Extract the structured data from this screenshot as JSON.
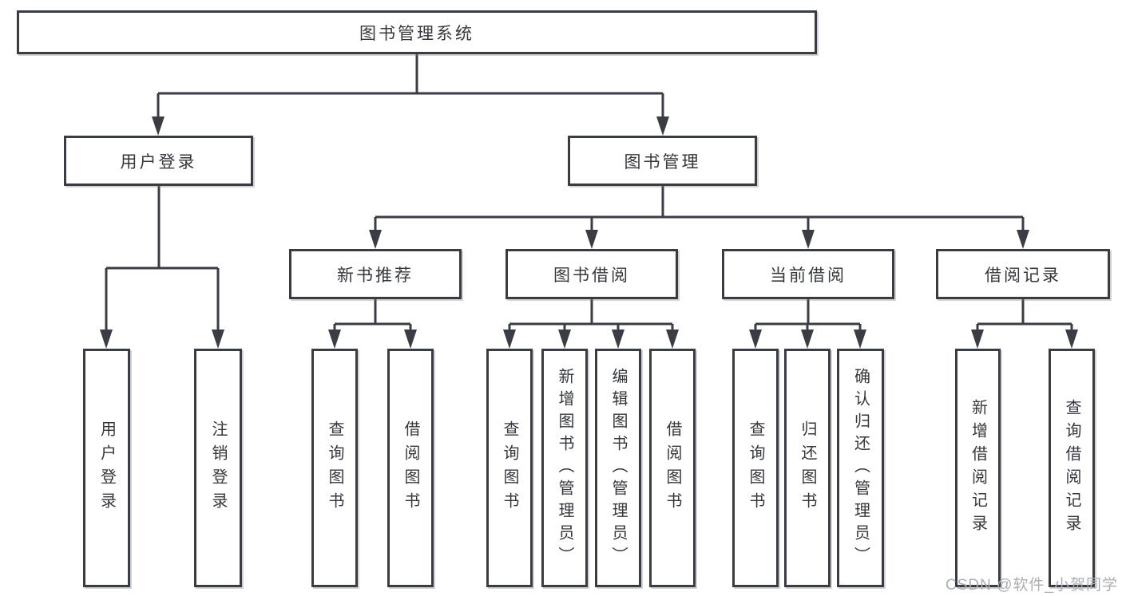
{
  "diagram": {
    "title": "图书管理系统",
    "type": "hierarchy-tree",
    "colors": {
      "background": "#ffffff",
      "line": "#3a3e44",
      "box_border": "#393d43",
      "box_fill": "#ffffff",
      "text": "#34373c",
      "watermark": "#abaeb3"
    },
    "nodes": {
      "root": "图书管理系统",
      "level2": [
        "用户登录",
        "图书管理"
      ],
      "level3": [
        "新书推荐",
        "图书借阅",
        "当前借阅",
        "借阅记录"
      ],
      "leaves_user_login": [
        "用户登录",
        "注销登录"
      ],
      "leaves_new_book": [
        "查询图书",
        "借阅图书"
      ],
      "leaves_book_borrow": [
        "查询图书",
        "新增图书（管理员）",
        "编辑图书（管理员）",
        "借阅图书"
      ],
      "leaves_current_borrow": [
        "查询图书",
        "归还图书",
        "确认归还（管理员）"
      ],
      "leaves_borrow_record": [
        "新增借阅记录",
        "查询借阅记录"
      ]
    },
    "watermark": {
      "text": "CSDN @软件_小贺同学"
    }
  }
}
